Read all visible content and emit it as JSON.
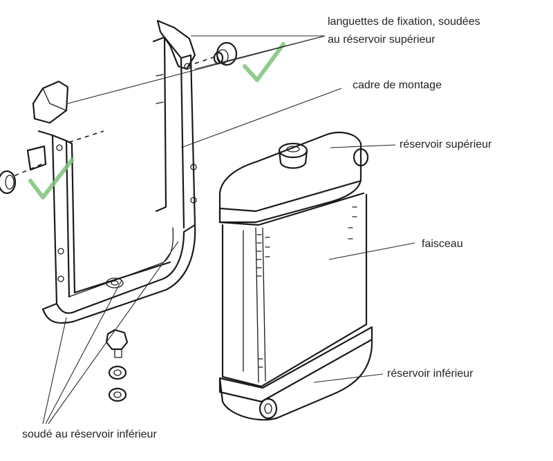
{
  "labels": {
    "tabs_line1": "languettes de fixation, soudées",
    "tabs_line2": "au réservoir supérieur",
    "frame": "cadre de montage",
    "upper_tank": "réservoir supérieur",
    "core": "faisceau",
    "lower_tank": "réservoir inférieur",
    "welded_lower": "soudé au réservoir inférieur"
  },
  "colors": {
    "check": "#7cc27a"
  }
}
